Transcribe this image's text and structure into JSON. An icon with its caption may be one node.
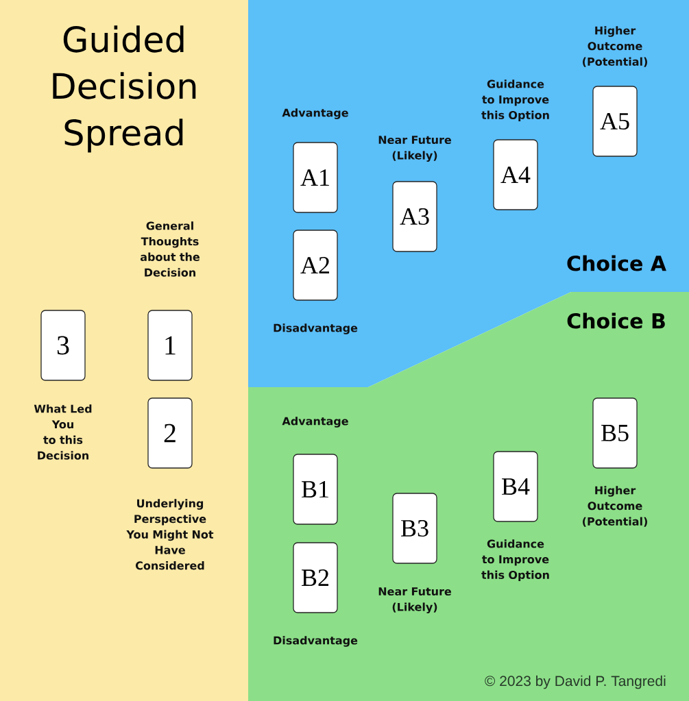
{
  "diagram": {
    "title": "Guided Decision Spread",
    "nodes": [
      {
        "text": [
          "1"
        ],
        "beside": [
          "General Thoughts about the Decision"
        ]
      },
      {
        "text": [
          "2"
        ],
        "beside": [
          "Underlying Perspective You Might Not Have Considered"
        ]
      },
      {
        "text": [
          "3"
        ],
        "beside": [
          "What Led You to this Decision"
        ]
      },
      {
        "text": [
          "Choice A"
        ]
      },
      {
        "text": [
          "A1"
        ],
        "in": 3,
        "beside": [
          "Advantage"
        ]
      },
      {
        "text": [
          "A2"
        ],
        "in": 3,
        "beside": [
          "Disadvantage"
        ]
      },
      {
        "text": [
          "A3"
        ],
        "in": 3,
        "beside": [
          "Near Future (Likely)"
        ]
      },
      {
        "text": [
          "A4"
        ],
        "in": 3,
        "beside": [
          "Guidance to Improve this Option"
        ]
      },
      {
        "text": [
          "A5"
        ],
        "in": 3,
        "beside": [
          "Higher Outcome (Potential)"
        ]
      },
      {
        "text": [
          "Choice B"
        ]
      },
      {
        "text": [
          "B1"
        ],
        "in": 9,
        "beside": [
          "Advantage"
        ]
      },
      {
        "text": [
          "B2"
        ],
        "in": 9,
        "beside": [
          "Disadvantage"
        ]
      },
      {
        "text": [
          "B3"
        ],
        "in": 9,
        "beside": [
          "Near Future (Likely)"
        ]
      },
      {
        "text": [
          "B4"
        ],
        "in": 9,
        "beside": [
          "Guidance to Improve this Option"
        ]
      },
      {
        "text": [
          "B5"
        ],
        "in": 9,
        "beside": [
          "Higher Outcome (Potential)"
        ]
      }
    ],
    "labels": [
      "© 2023 by David P. Tangredi"
    ]
  }
}
